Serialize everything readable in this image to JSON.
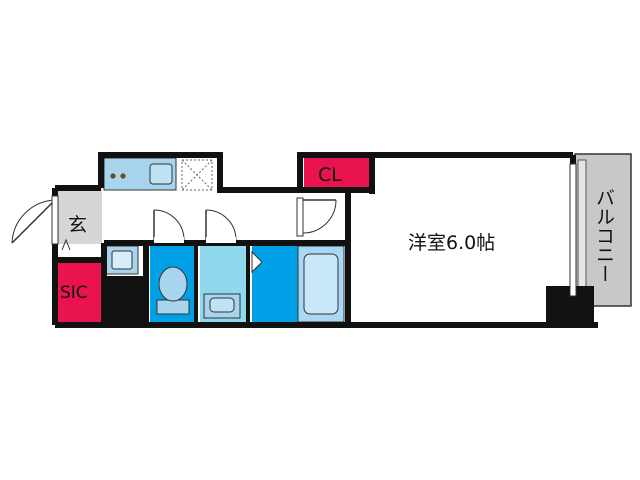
{
  "rooms": {
    "western_room": {
      "label": "洋室6.0帖"
    },
    "closet": {
      "label": "CL",
      "color": "#e8134f"
    },
    "entrance": {
      "label": "玄"
    },
    "sic": {
      "label": "SIC",
      "color": "#e8134f"
    },
    "balcony": {
      "label": "バルコニー",
      "color": "#c8c8c8"
    }
  },
  "colors": {
    "wall": "#111111",
    "toilet_room": "#00a0e6",
    "washroom": "#8fd9ef",
    "bath_room": "#00a0e6",
    "bathtub": "#a9d8f5",
    "kitchen": "#a8d4ee",
    "entrance_floor": "#d6d6d6"
  }
}
